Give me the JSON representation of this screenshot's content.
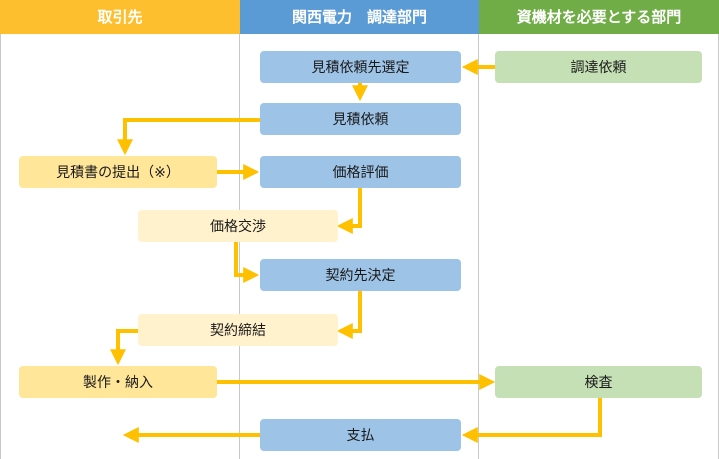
{
  "lanes": {
    "supplier": "取引先",
    "procurement": "関西電力　調達部門",
    "requester": "資機材を必要とする部門"
  },
  "steps": {
    "procurement_request": "調達依頼",
    "select_quote_supplier": "見積依頼先選定",
    "quote_request": "見積依頼",
    "submit_quote": "見積書の提出（※）",
    "price_evaluation": "価格評価",
    "price_negotiation": "価格交渉",
    "decide_contractor": "契約先決定",
    "conclude_contract": "契約締結",
    "manufacture_delivery": "製作・納入",
    "inspection": "検査",
    "payment": "支払"
  },
  "colors": {
    "supplier_header": "#fdbf2d",
    "procurement_header": "#5b9bd5",
    "requester_header": "#70ad47",
    "arrow": "#ffc000",
    "procurement_box": "#9dc3e6",
    "requester_box": "#c5e0b4",
    "supplier_box": "#ffe699",
    "transition_box": "#fff2cc"
  }
}
